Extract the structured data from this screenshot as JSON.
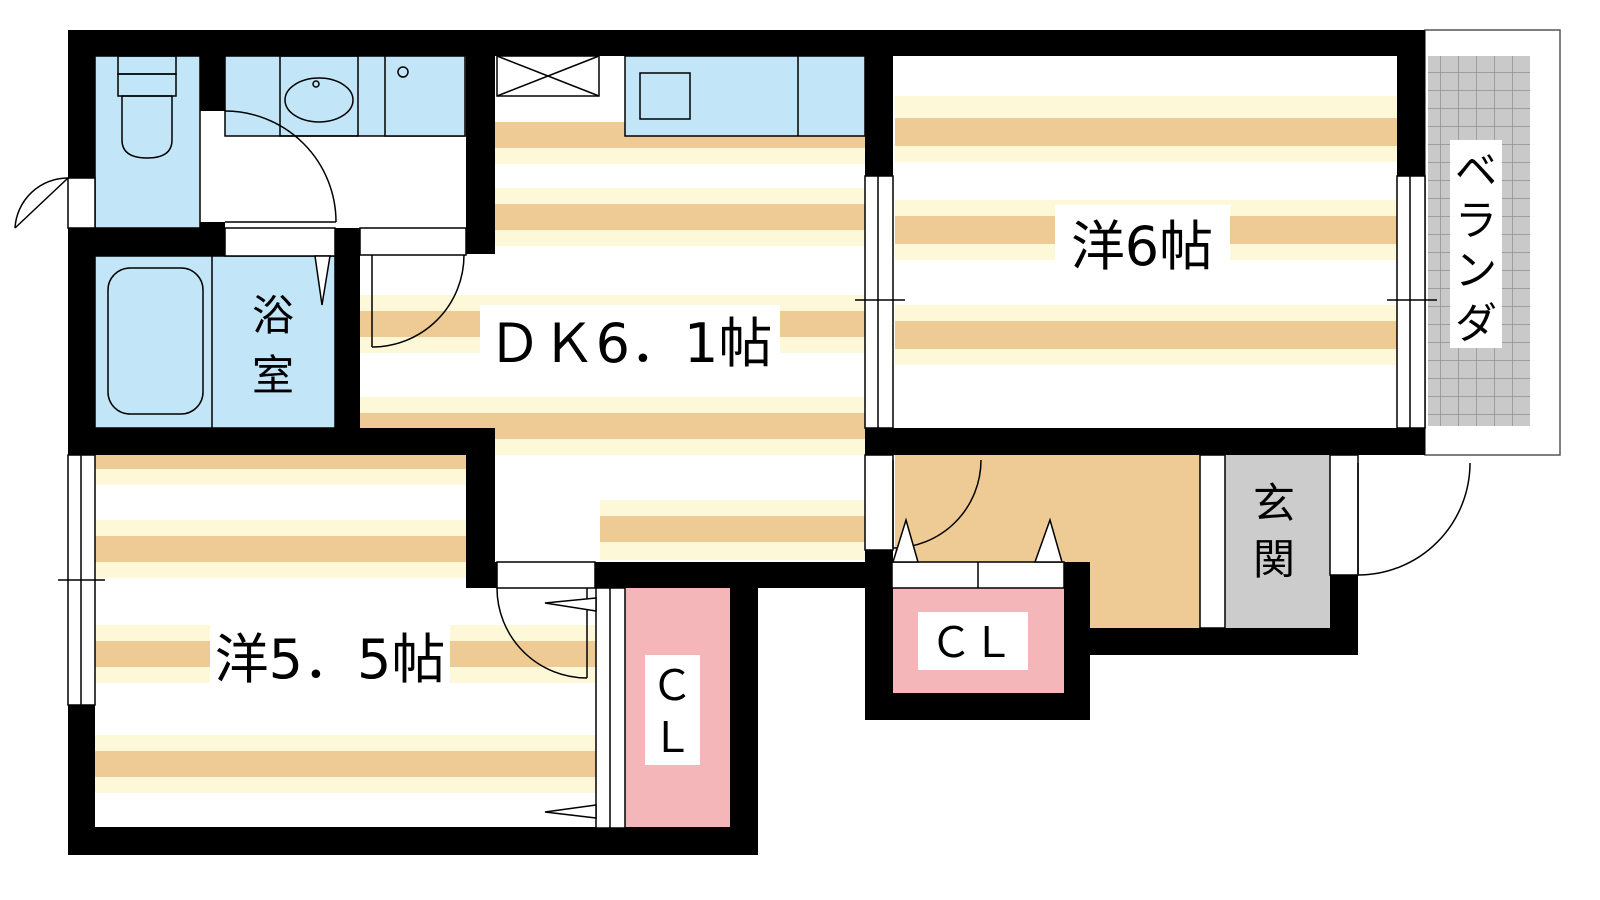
{
  "labels": {
    "dk": "ＤＫ6．1帖",
    "western6": "洋6帖",
    "western55": "洋5．5帖",
    "bath_top": "浴",
    "bath_bottom": "室",
    "veranda_1": "ベ",
    "veranda_2": "ラ",
    "veranda_3": "ン",
    "veranda_4": "ダ",
    "entrance_top": "玄",
    "entrance_bottom": "関",
    "closet_right": "ＣＬ",
    "closet_left_top": "Ｃ",
    "closet_left_bottom": "Ｌ"
  },
  "colors": {
    "wall": "#000000",
    "floor_stripe_dark": "#eecb94",
    "floor_stripe_light": "#fcf8d8",
    "wet_area": "#c2e6f7",
    "closet": "#f5b6b9",
    "entrance_floor": "#eecb94",
    "genkan": "#cccccc",
    "veranda_grid": "#a5a5a5",
    "veranda_bg": "#c9c9c9"
  }
}
